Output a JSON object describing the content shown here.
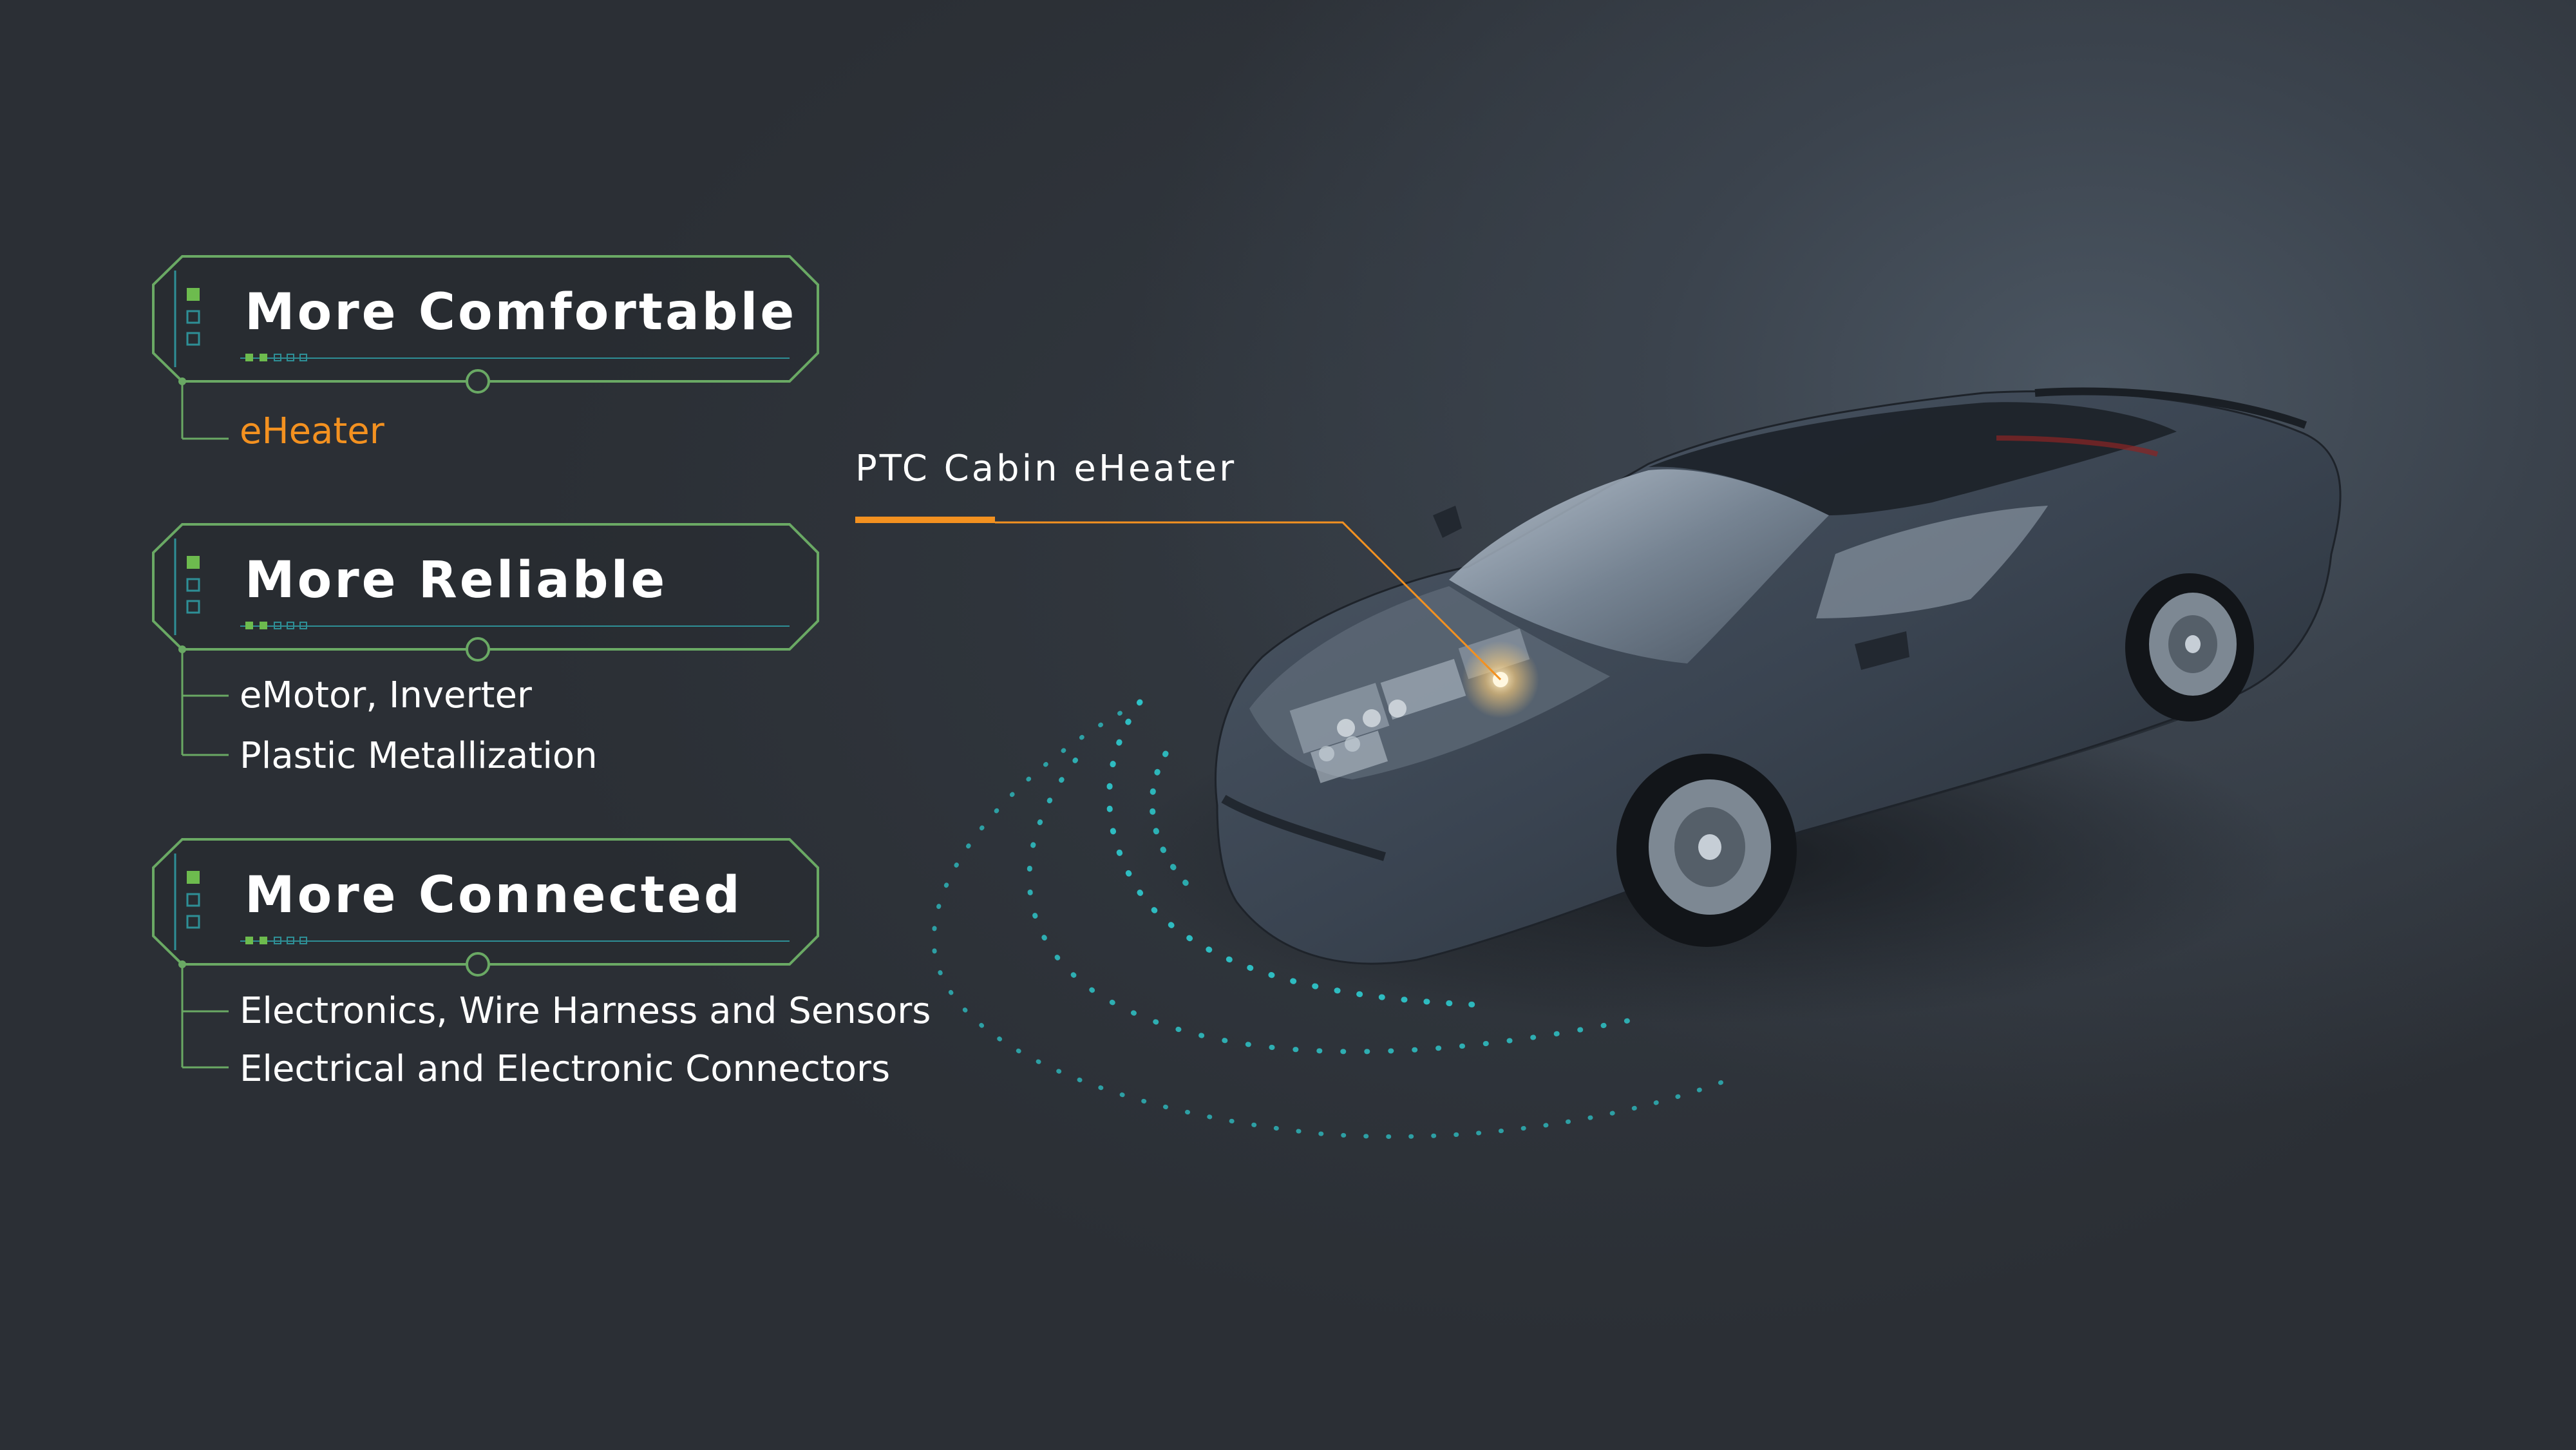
{
  "callout": {
    "label": "PTC Cabin eHeater"
  },
  "cards": [
    {
      "title": "More Comfortable",
      "items": [
        "eHeater"
      ]
    },
    {
      "title": "More Reliable",
      "items": [
        "eMotor, Inverter",
        "Plastic Metallization"
      ]
    },
    {
      "title": "More Connected",
      "items": [
        "Electronics, Wire Harness and Sensors",
        "Electrical and Electronic Connectors"
      ]
    }
  ],
  "colors": {
    "frame_green": "#6aa964",
    "accent_orange": "#f39120",
    "signal_cyan": "#2ec4c8",
    "car_body": "#3d4754"
  },
  "icons": {
    "card_marker": "stacked-squares-icon",
    "card_progress": "dots-progress-icon",
    "signal": "radar-waves-icon",
    "car": "sports-car-illustration"
  }
}
